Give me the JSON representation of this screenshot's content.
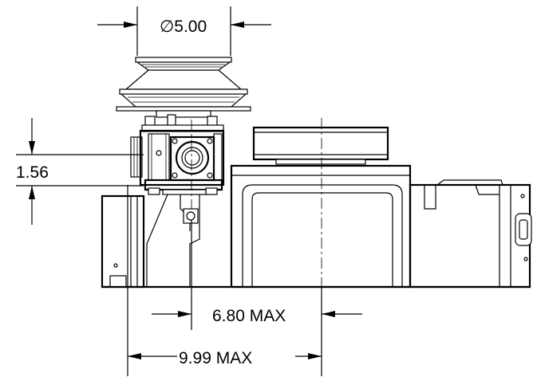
{
  "dimensions": {
    "diameter_symbol": "∅",
    "diameter_value": "5.00",
    "height": "1.56",
    "width_inner": "6.80 MAX",
    "width_outer": "9.99 MAX"
  }
}
